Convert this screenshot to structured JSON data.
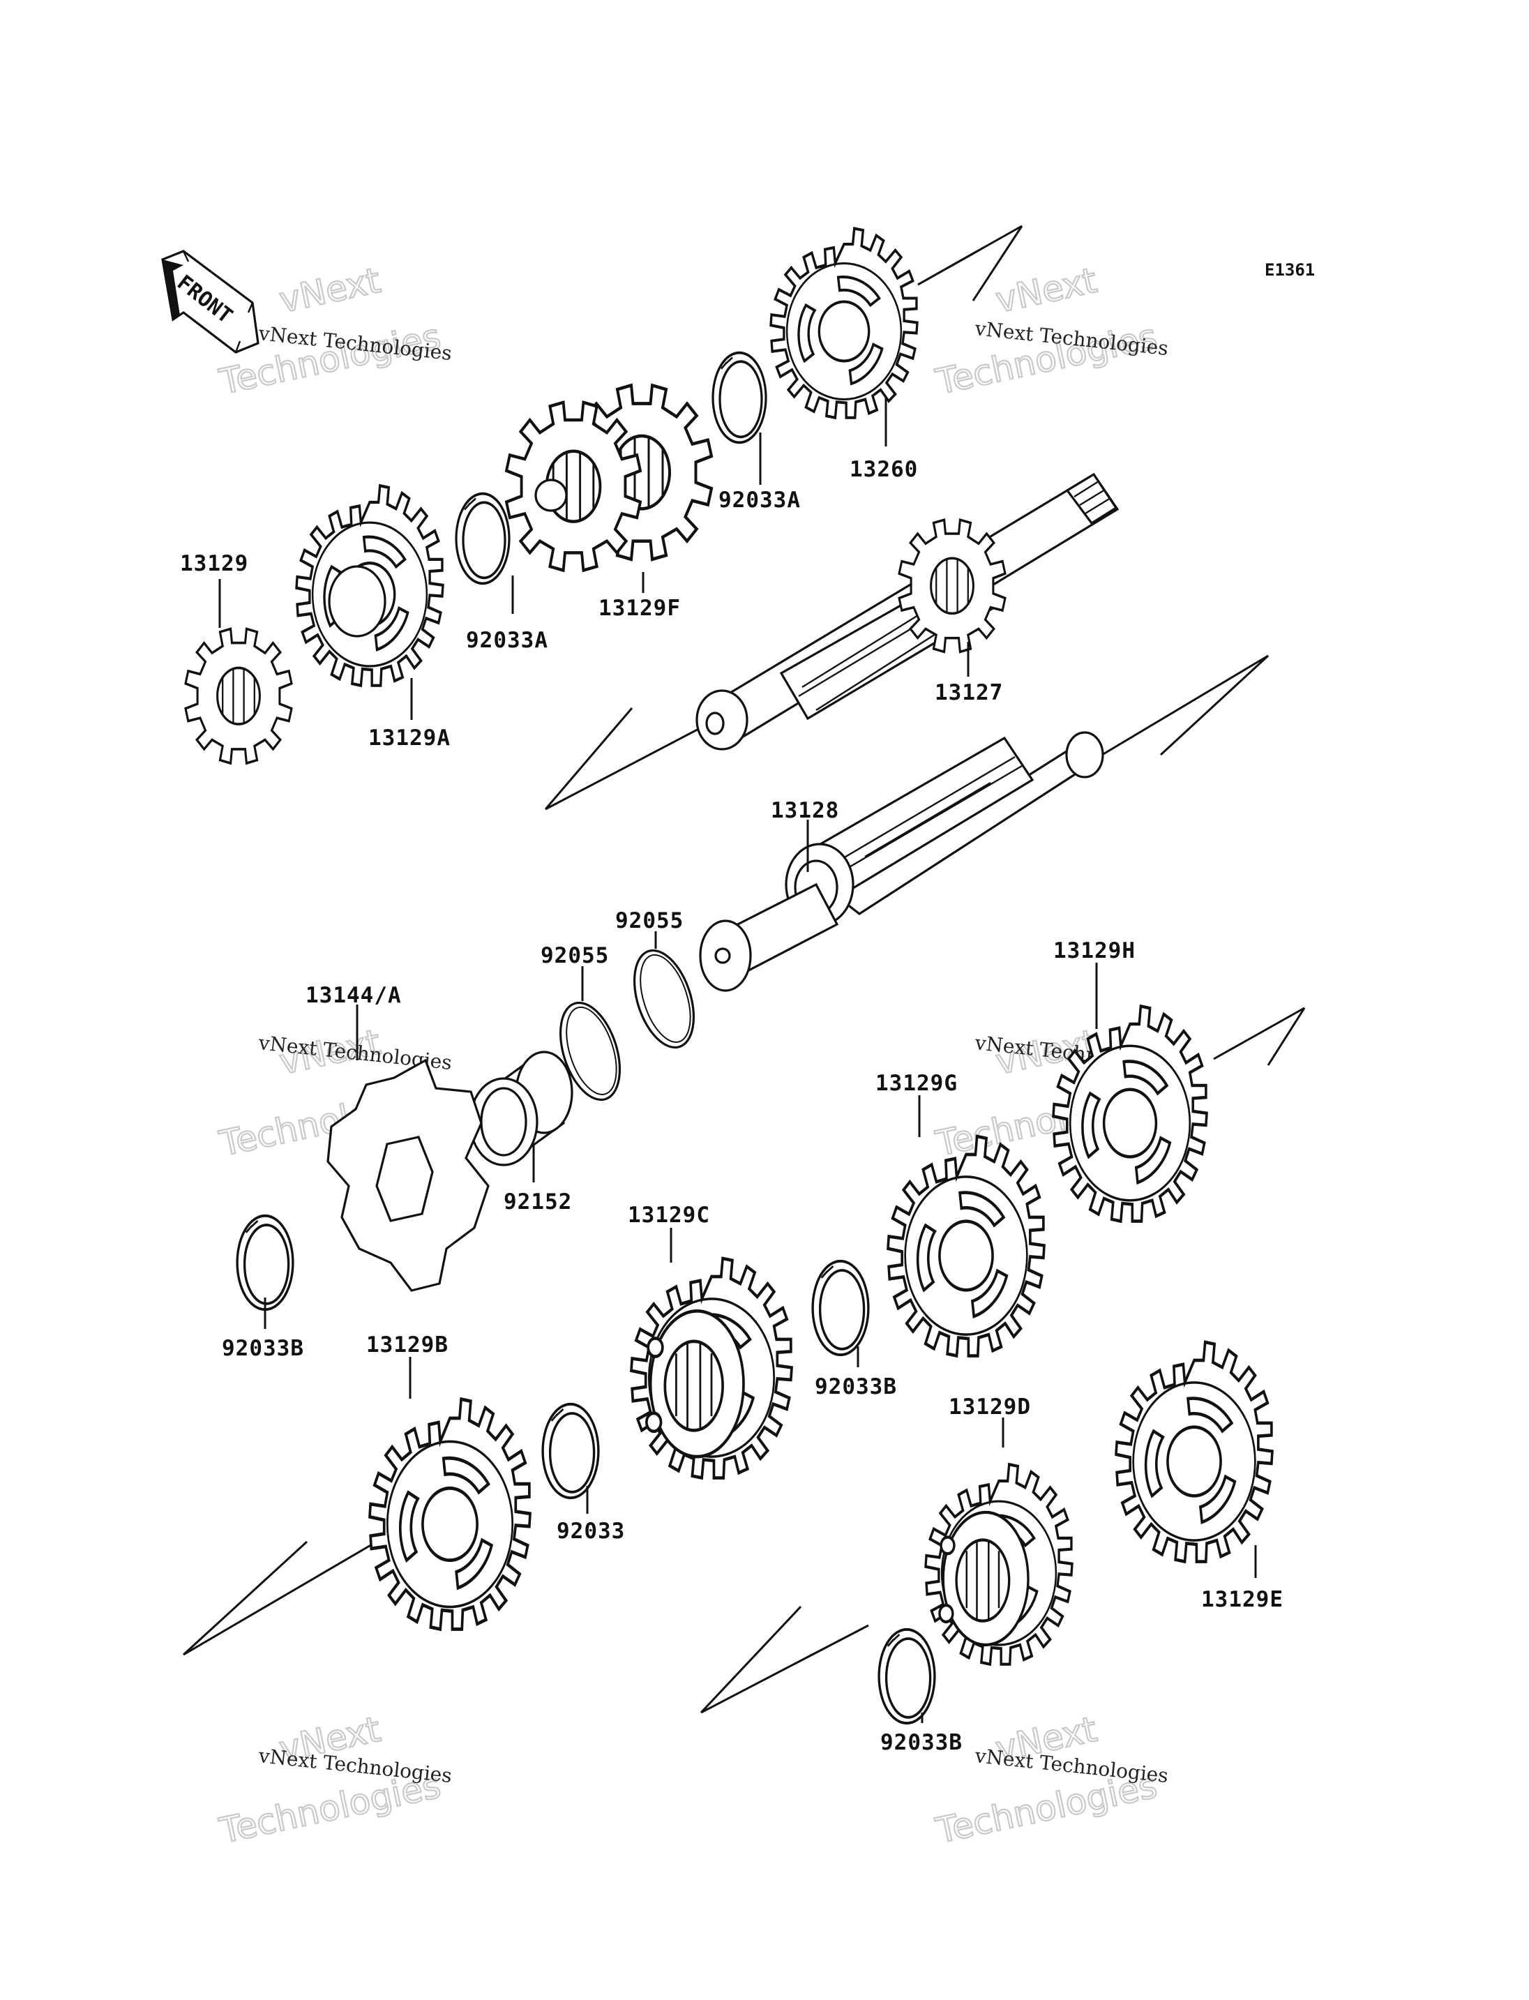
{
  "diagram": {
    "code": "E1361",
    "front_badge": "FRONT",
    "parts": [
      {
        "id": "13260",
        "label": "13260"
      },
      {
        "id": "92033A-upper",
        "label": "92033A"
      },
      {
        "id": "13129F",
        "label": "13129F"
      },
      {
        "id": "92033A-lower",
        "label": "92033A"
      },
      {
        "id": "13129",
        "label": "13129"
      },
      {
        "id": "13129A",
        "label": "13129A"
      },
      {
        "id": "13127",
        "label": "13127"
      },
      {
        "id": "13128",
        "label": "13128"
      },
      {
        "id": "92055-right",
        "label": "92055"
      },
      {
        "id": "92055-left",
        "label": "92055"
      },
      {
        "id": "13144A",
        "label": "13144/A"
      },
      {
        "id": "13129H",
        "label": "13129H"
      },
      {
        "id": "13129G",
        "label": "13129G"
      },
      {
        "id": "92152",
        "label": "92152"
      },
      {
        "id": "13129C",
        "label": "13129C"
      },
      {
        "id": "92033B-left",
        "label": "92033B"
      },
      {
        "id": "13129B",
        "label": "13129B"
      },
      {
        "id": "92033B-mid",
        "label": "92033B"
      },
      {
        "id": "13129D",
        "label": "13129D"
      },
      {
        "id": "92033",
        "label": "92033"
      },
      {
        "id": "13129E",
        "label": "13129E"
      },
      {
        "id": "92033B-bottom",
        "label": "92033B"
      }
    ]
  },
  "watermark": {
    "brand": "vNext",
    "word": "Technologies",
    "caption": "vNext Technologies"
  }
}
